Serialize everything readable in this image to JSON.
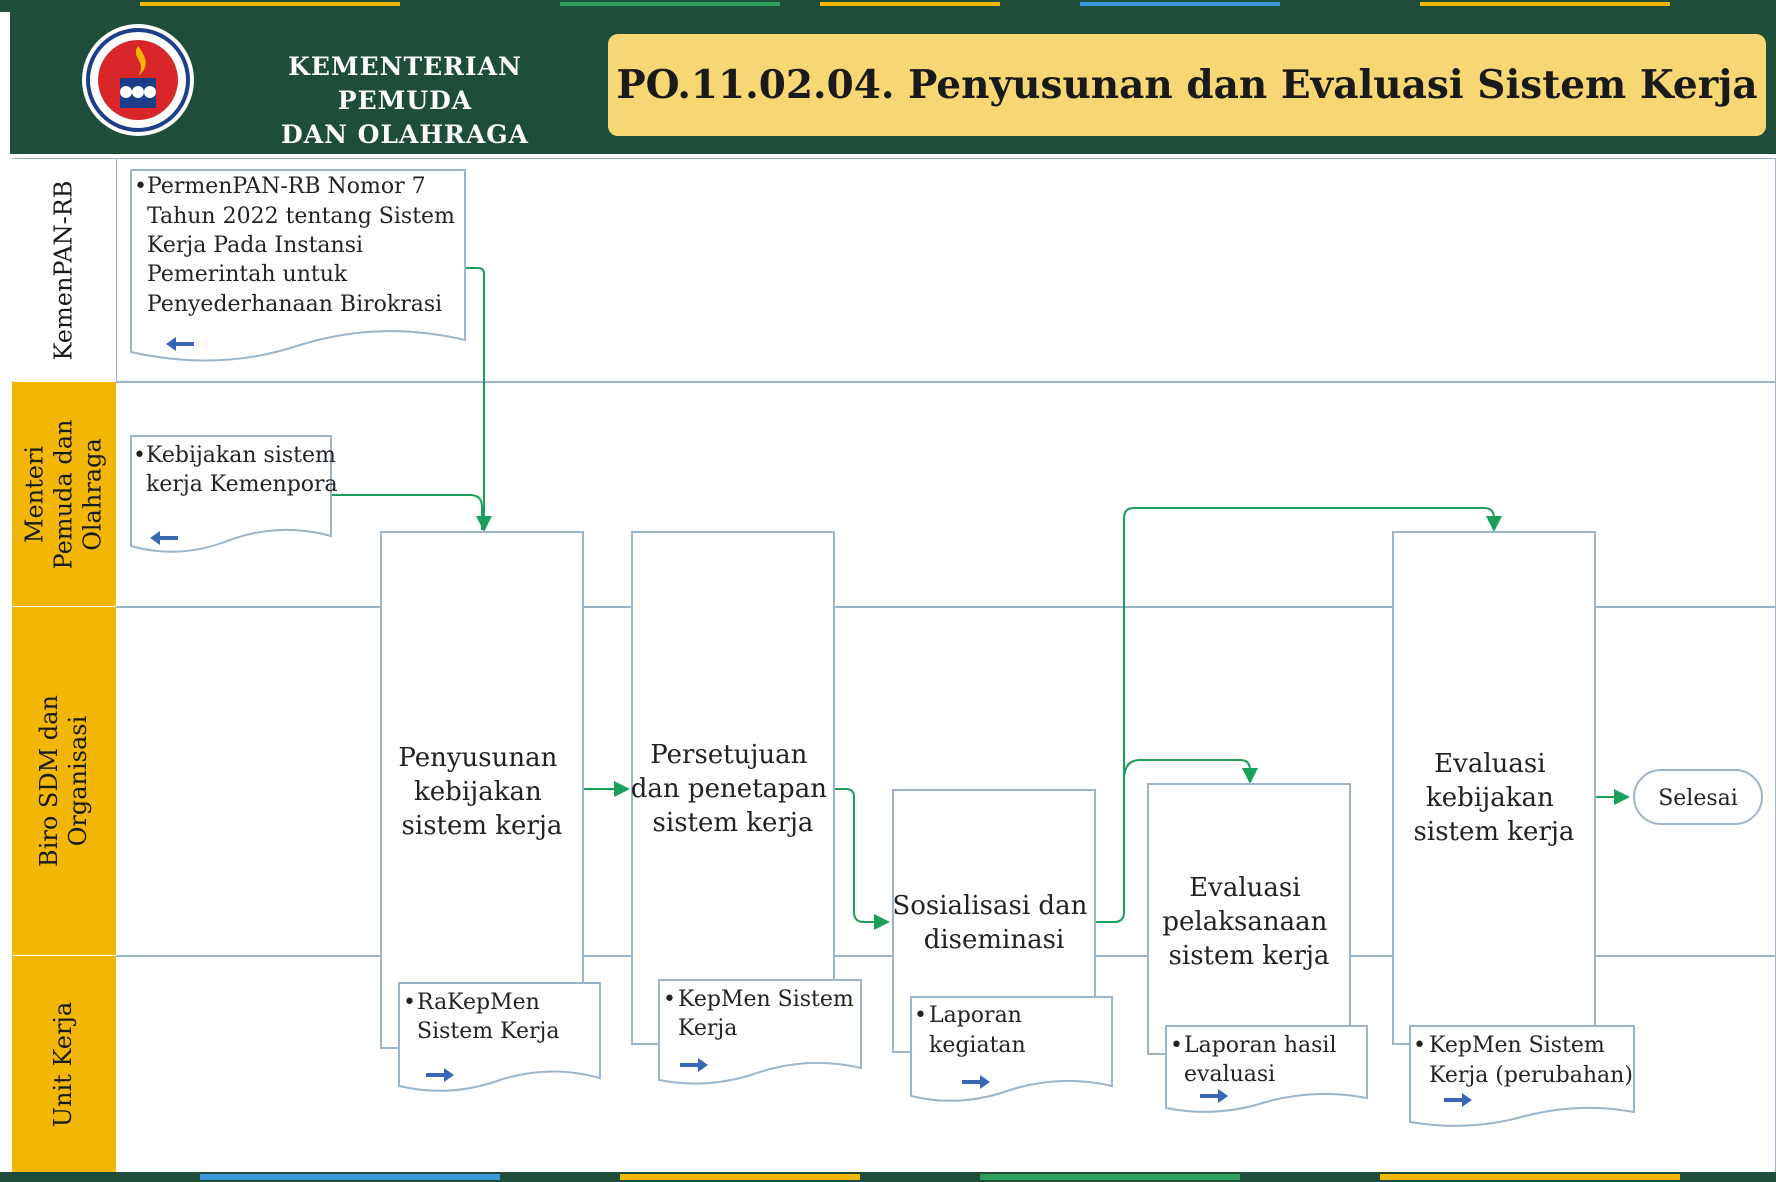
{
  "header": {
    "org_name_line1": "KEMENTERIAN PEMUDA",
    "org_name_line2": "DAN OLAHRAGA",
    "title": "PO.11.02.04. Penyusunan dan Evaluasi Sistem Kerja"
  },
  "lanes": [
    {
      "label_lines": [
        "KemenPAN-RB"
      ]
    },
    {
      "label_lines": [
        "Menteri",
        "Pemuda dan",
        "Olahraga"
      ]
    },
    {
      "label_lines": [
        "Biro SDM dan",
        "Organisasi"
      ]
    },
    {
      "label_lines": [
        "Unit Kerja"
      ]
    }
  ],
  "documents": {
    "doc_permenpan": [
      "PermenPAN-RB Nomor 7",
      "Tahun 2022 tentang Sistem",
      "Kerja Pada Instansi",
      "Pemerintah untuk",
      "Penyederhanaan Birokrasi"
    ],
    "doc_kebijakan": [
      "Kebijakan sistem",
      "kerja Kemenpora"
    ],
    "doc_rakepmen": [
      "RaKepMen",
      "Sistem Kerja"
    ],
    "doc_kepmen": [
      "KepMen Sistem",
      "Kerja"
    ],
    "doc_laporan_kegiatan": [
      "Laporan",
      "kegiatan"
    ],
    "doc_laporan_evaluasi": [
      "Laporan hasil",
      "evaluasi"
    ],
    "doc_kepmen_perubahan": [
      "KepMen Sistem",
      "Kerja (perubahan)"
    ]
  },
  "processes": {
    "p1": [
      "Penyusunan",
      "kebijakan",
      "sistem kerja"
    ],
    "p2": [
      "Persetujuan",
      "dan penetapan",
      "sistem kerja"
    ],
    "p3": [
      "Sosialisasi dan",
      "diseminasi"
    ],
    "p4": [
      "Evaluasi",
      "pelaksanaan",
      "sistem kerja"
    ],
    "p5": [
      "Evaluasi",
      "kebijakan",
      "sistem kerja"
    ]
  },
  "end_label": "Selesai",
  "colors": {
    "header_bg": "#1e4d3a",
    "title_bg": "#f7d774",
    "lane_label_bg": "#f2b705",
    "arrow": "#1aa05a",
    "box_border": "#9db5c9",
    "doc_arrow": "#3a67b5"
  }
}
